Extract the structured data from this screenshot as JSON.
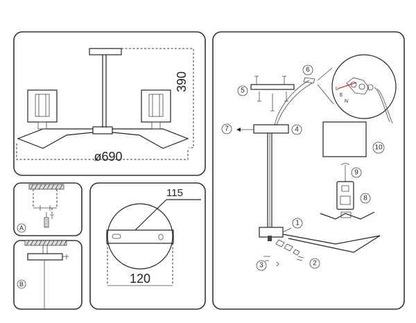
{
  "dimensions": {
    "height": "390",
    "diameter": "ø690",
    "plate_hole_spacing": "115",
    "plate_diameter": "120"
  },
  "step_letters": [
    "A",
    "B"
  ],
  "callouts": [
    "1",
    "2",
    "3",
    "4",
    "5",
    "6",
    "7",
    "8",
    "9",
    "10"
  ],
  "wire_labels": [
    "L",
    "E",
    "N"
  ]
}
